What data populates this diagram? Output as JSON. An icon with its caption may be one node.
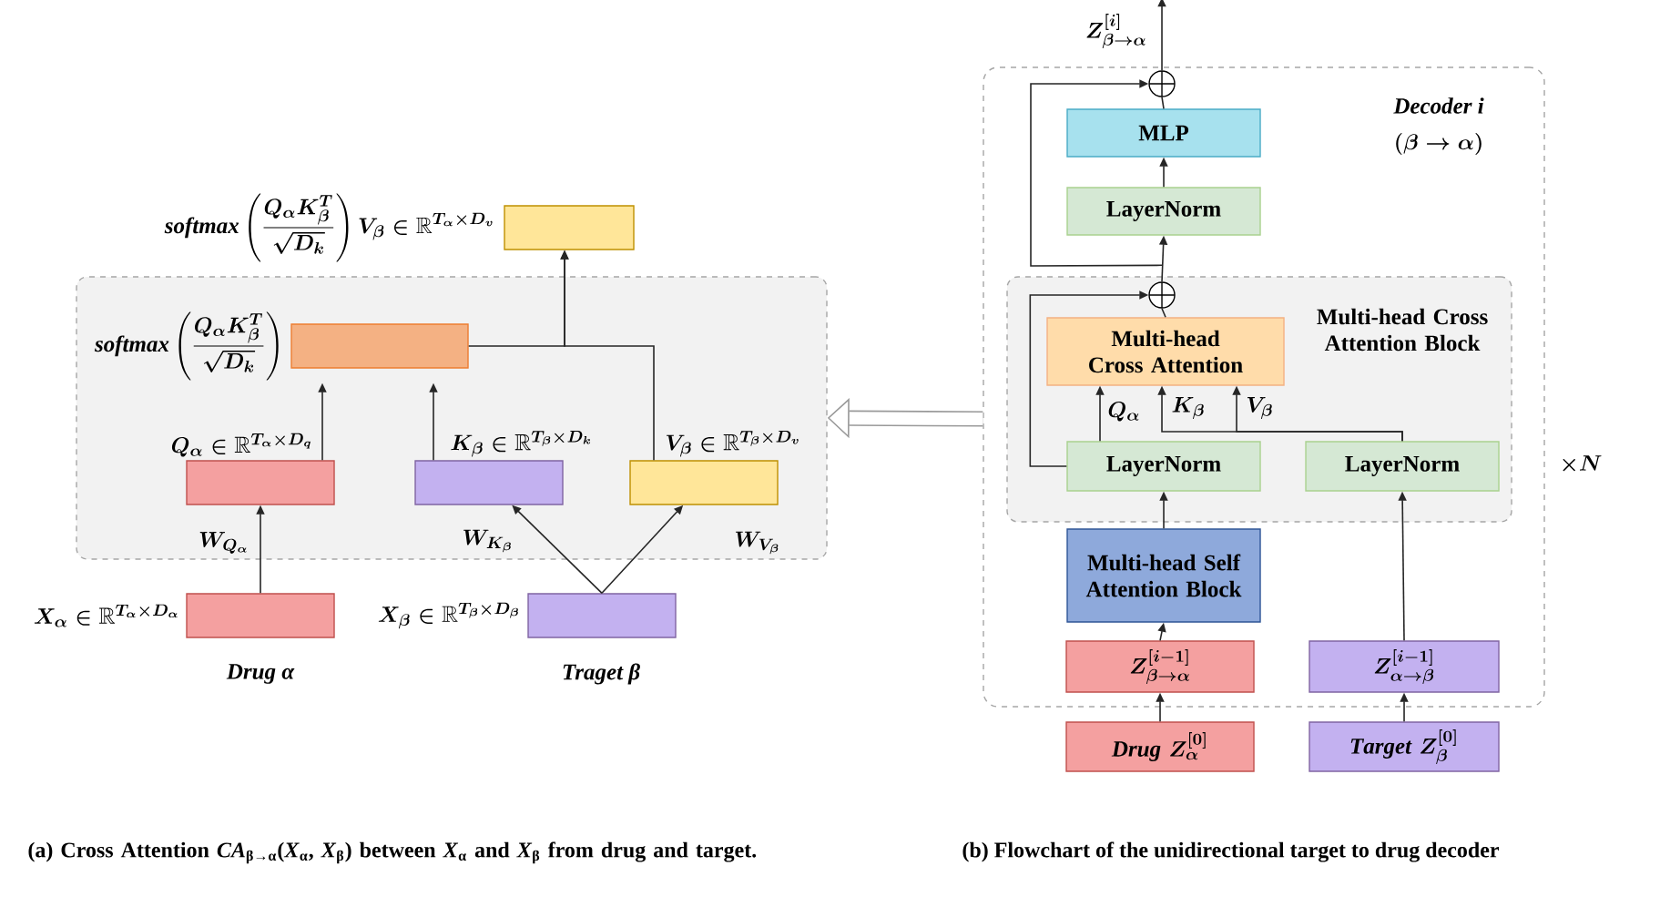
{
  "diagram": {
    "nodes": [
      {
        "text": [],
        "shape": "box"
      },
      {
        "text": [],
        "shape": "box",
        "beside": [
          "\\mathit{softmax}\\left(\\frac{Q_\\alpha K_\\beta^T}{\\sqrt{D_k}}\\right)V_\\beta \\in \\mathbb{R}^{T_\\alpha\\times D_v}"
        ]
      },
      {
        "text": [],
        "shape": "box",
        "in": 0,
        "beside": [
          "\\mathit{softmax}\\left(\\frac{Q_\\alpha K_\\beta^T}{\\sqrt{D_k}}\\right)"
        ]
      },
      {
        "text": [],
        "shape": "box",
        "in": 0,
        "beside": [
          "Q_\\alpha \\in \\mathbb{R}^{T_\\alpha\\times D_q}"
        ]
      },
      {
        "text": [],
        "shape": "box",
        "in": 0,
        "beside": [
          "K_\\beta \\in \\mathbb{R}^{T_\\beta\\times D_k}"
        ]
      },
      {
        "text": [],
        "shape": "box",
        "in": 0,
        "beside": [
          "V_\\beta \\in \\mathbb{R}^{T_\\beta\\times D_v}"
        ]
      },
      {
        "text": [],
        "shape": "box",
        "beside": [
          "X_\\alpha \\in \\mathbb{R}^{T_\\alpha\\times D_\\alpha}",
          "Drug α"
        ]
      },
      {
        "text": [],
        "shape": "box",
        "beside": [
          "X_\\beta \\in \\mathbb{R}^{T_\\beta\\times D_\\beta}",
          "Traget β"
        ]
      },
      {
        "text": [
          "Decoder i",
          "(\\beta \\to \\alpha)"
        ],
        "beside": [
          "\\times N"
        ]
      },
      {
        "text": [],
        "shape": "circle",
        "in": 8
      },
      {
        "text": [
          "MLP"
        ],
        "in": 8
      },
      {
        "text": [
          "LayerNorm"
        ],
        "in": 8
      },
      {
        "text": [
          "Multi-head Cross Attention Block"
        ],
        "in": 8
      },
      {
        "text": [],
        "shape": "circle",
        "in": 12
      },
      {
        "text": [
          "Multi-head Cross Attention"
        ],
        "in": 12
      },
      {
        "text": [
          "LayerNorm"
        ],
        "in": 12
      },
      {
        "text": [
          "LayerNorm"
        ],
        "in": 12
      },
      {
        "text": [
          "Multi-head Self Attention Block"
        ],
        "in": 8
      },
      {
        "text": [
          "Z^{[i-1]}_{\\beta\\to\\alpha}"
        ],
        "in": 8
      },
      {
        "text": [
          "Z^{[i-1]}_{\\alpha\\to\\beta}"
        ],
        "in": 8
      },
      {
        "text": [
          "\\mathit{Drug}\\ Z^{[0]}_{\\alpha}"
        ]
      },
      {
        "text": [
          "\\mathit{Target}\\ Z^{[0]}_{\\beta}"
        ]
      }
    ],
    "edges": [
      {
        "from": 6,
        "to": 3,
        "arrow": "to",
        "label": "W_{Q_\\alpha}"
      },
      {
        "from": 7,
        "to": 4,
        "arrow": "to",
        "label": "W_{K_\\beta}"
      },
      {
        "from": 7,
        "to": 5,
        "arrow": "to",
        "label": "W_{V_\\beta}"
      },
      {
        "from": 3,
        "to": 2,
        "arrow": "to"
      },
      {
        "from": 4,
        "to": 2,
        "arrow": "to"
      },
      {
        "from": 2,
        "to": 1,
        "arrow": "to"
      },
      {
        "from": 5,
        "to": 1,
        "arrow": "to"
      },
      {
        "from": 8,
        "to": 0,
        "arrow": "to",
        "style": "thick",
        "color": "#999999"
      },
      {
        "from": 20,
        "to": 18,
        "arrow": "to"
      },
      {
        "from": 21,
        "to": 19,
        "arrow": "to"
      },
      {
        "from": 18,
        "to": 17,
        "arrow": "to"
      },
      {
        "from": 17,
        "to": 15,
        "arrow": "to"
      },
      {
        "from": 19,
        "to": 16,
        "arrow": "to"
      },
      {
        "from": 15,
        "to": 14,
        "arrow": "to",
        "label": "Q_\\alpha"
      },
      {
        "from": 16,
        "to": 14,
        "arrow": "to",
        "label": "K_\\beta"
      },
      {
        "from": 16,
        "to": 14,
        "arrow": "to",
        "label": "V_\\beta"
      },
      {
        "from": 14,
        "to": 13,
        "arrow": "none"
      },
      {
        "from": 15,
        "to": 13,
        "arrow": "to"
      },
      {
        "from": 13,
        "to": 11,
        "arrow": "to"
      },
      {
        "from": 11,
        "to": 10,
        "arrow": "to"
      },
      {
        "from": 10,
        "to": 9,
        "arrow": "none"
      },
      {
        "from": 13,
        "to": 9,
        "arrow": "to"
      },
      {
        "from": 9,
        "to": null,
        "arrow": "to",
        "label": "Z^{[i]}_{\\beta\\to\\alpha}"
      }
    ],
    "labels": [
      "(a) Cross Attention *CA*$_{β→α}$(*X*$_{α}$, *X*$_{β}$) between *X*$_{α}$ and *X*$_{β}$ from drug and target.",
      "(b) Flowchart of the unidirectional target to drug  decoder"
    ]
  }
}
